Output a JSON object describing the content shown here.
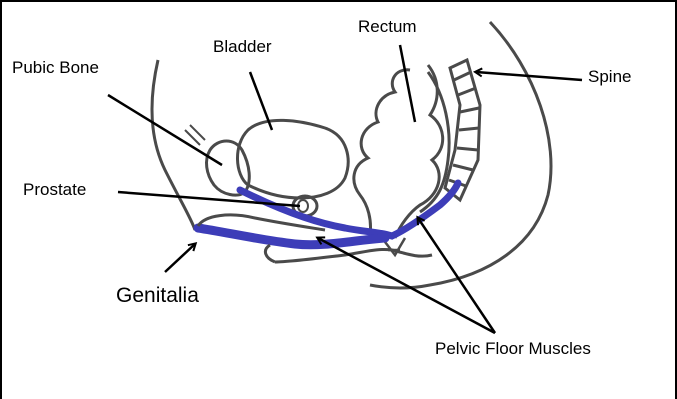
{
  "labels": {
    "pubic_bone": "Pubic Bone",
    "bladder": "Bladder",
    "rectum": "Rectum",
    "spine": "Spine",
    "prostate": "Prostate",
    "genitalia": "Genitalia",
    "pelvic_floor_muscles": "Pelvic Floor Muscles"
  },
  "colors": {
    "outline": "#4a4a4a",
    "arrow": "#000000",
    "muscle": "#3d3db8",
    "background": "#ffffff"
  }
}
